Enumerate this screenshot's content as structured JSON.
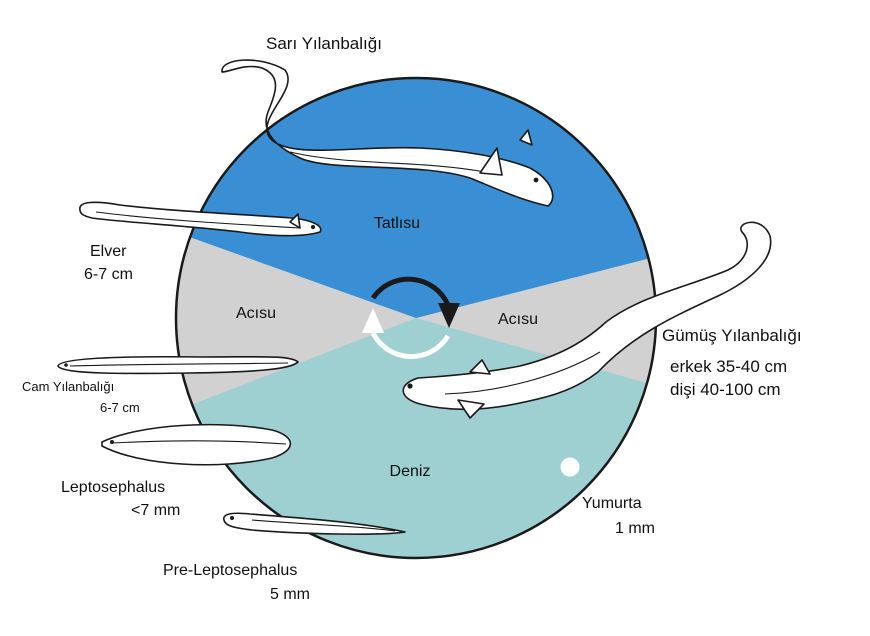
{
  "zones": {
    "freshwater": "Tatlısu",
    "brackish_left": "Acısu",
    "brackish_right": "Acısu",
    "sea": "Deniz"
  },
  "stages": {
    "yellow_eel": {
      "name": "Sarı Yılanbalığı"
    },
    "silver_eel": {
      "name": "Gümüş Yılanbalığı",
      "size_male": "erkek 35-40 cm",
      "size_female": "dişi 40-100 cm"
    },
    "egg": {
      "name": "Yumurta",
      "size": "1 mm"
    },
    "pre_leptocephalus": {
      "name": "Pre-Leptosephalus",
      "size": "5 mm"
    },
    "leptocephalus": {
      "name": "Leptosephalus",
      "size": "<7 mm"
    },
    "glass_eel": {
      "name": "Cam Yılanbalığı",
      "size": "6-7 cm"
    },
    "elver": {
      "name": "Elver",
      "size": "6-7 cm"
    }
  },
  "colors": {
    "freshwater": "#3a8fd4",
    "brackish": "#d1d1d1",
    "sea": "#9ecfd1",
    "outline": "#1a1a1a"
  }
}
